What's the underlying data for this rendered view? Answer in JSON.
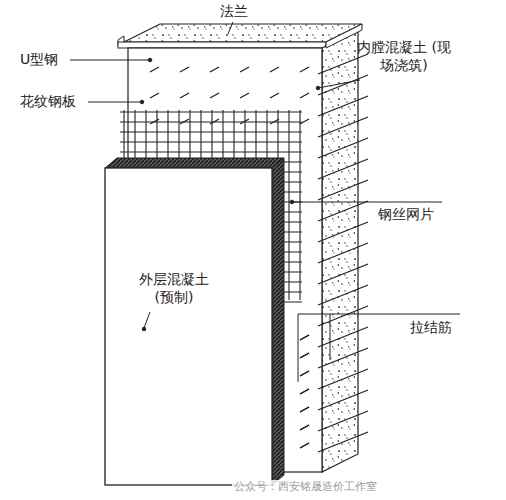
{
  "diagram": {
    "labels": [
      "法兰",
      "内膛混凝土 (现场浇筑)",
      "U型钢",
      "花纹钢板",
      "钢丝网片",
      "外层混凝土 (预制)",
      "拉结筋",
      "公众号：西安铭晟造价工作室"
    ]
  }
}
